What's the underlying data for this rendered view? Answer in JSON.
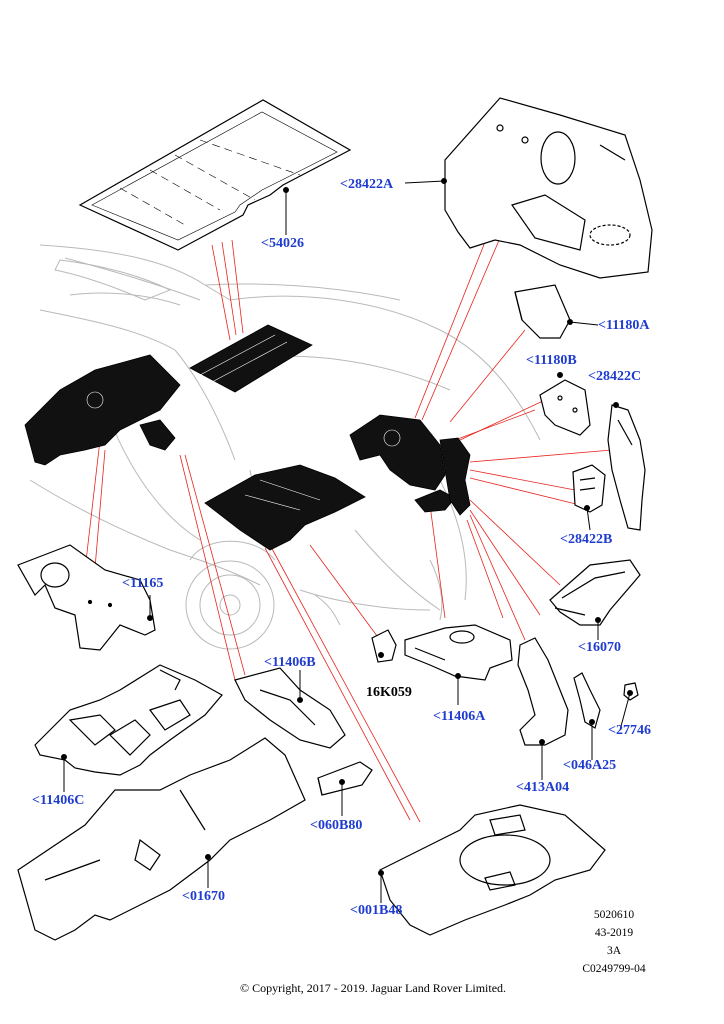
{
  "parts": [
    {
      "id": "54026",
      "label": "<54026"
    },
    {
      "id": "28422A",
      "label": "<28422A"
    },
    {
      "id": "11180A",
      "label": "<11180A"
    },
    {
      "id": "11180B",
      "label": "<11180B"
    },
    {
      "id": "28422C",
      "label": "<28422C"
    },
    {
      "id": "28422B",
      "label": "<28422B"
    },
    {
      "id": "11165",
      "label": "<11165"
    },
    {
      "id": "16070",
      "label": "<16070"
    },
    {
      "id": "11406B",
      "label": "<11406B"
    },
    {
      "id": "16K059",
      "label": "16K059"
    },
    {
      "id": "11406A",
      "label": "<11406A"
    },
    {
      "id": "27746",
      "label": "<27746"
    },
    {
      "id": "046A25",
      "label": "<046A25"
    },
    {
      "id": "413A04",
      "label": "<413A04"
    },
    {
      "id": "11406C",
      "label": "<11406C"
    },
    {
      "id": "060B80",
      "label": "<060B80"
    },
    {
      "id": "01670",
      "label": "<01670"
    },
    {
      "id": "001B48",
      "label": "<001B48"
    }
  ],
  "reference": {
    "line1": "5020610",
    "line2": "43-2019",
    "line3": "3A",
    "line4": "C0249799-04"
  },
  "copyright": "© Copyright, 2017 - 2019. Jaguar Land Rover Limited.",
  "colors": {
    "label": "#1f3ccf",
    "leader": "#e8231e",
    "outline": "#000000",
    "mat": "#111111"
  }
}
